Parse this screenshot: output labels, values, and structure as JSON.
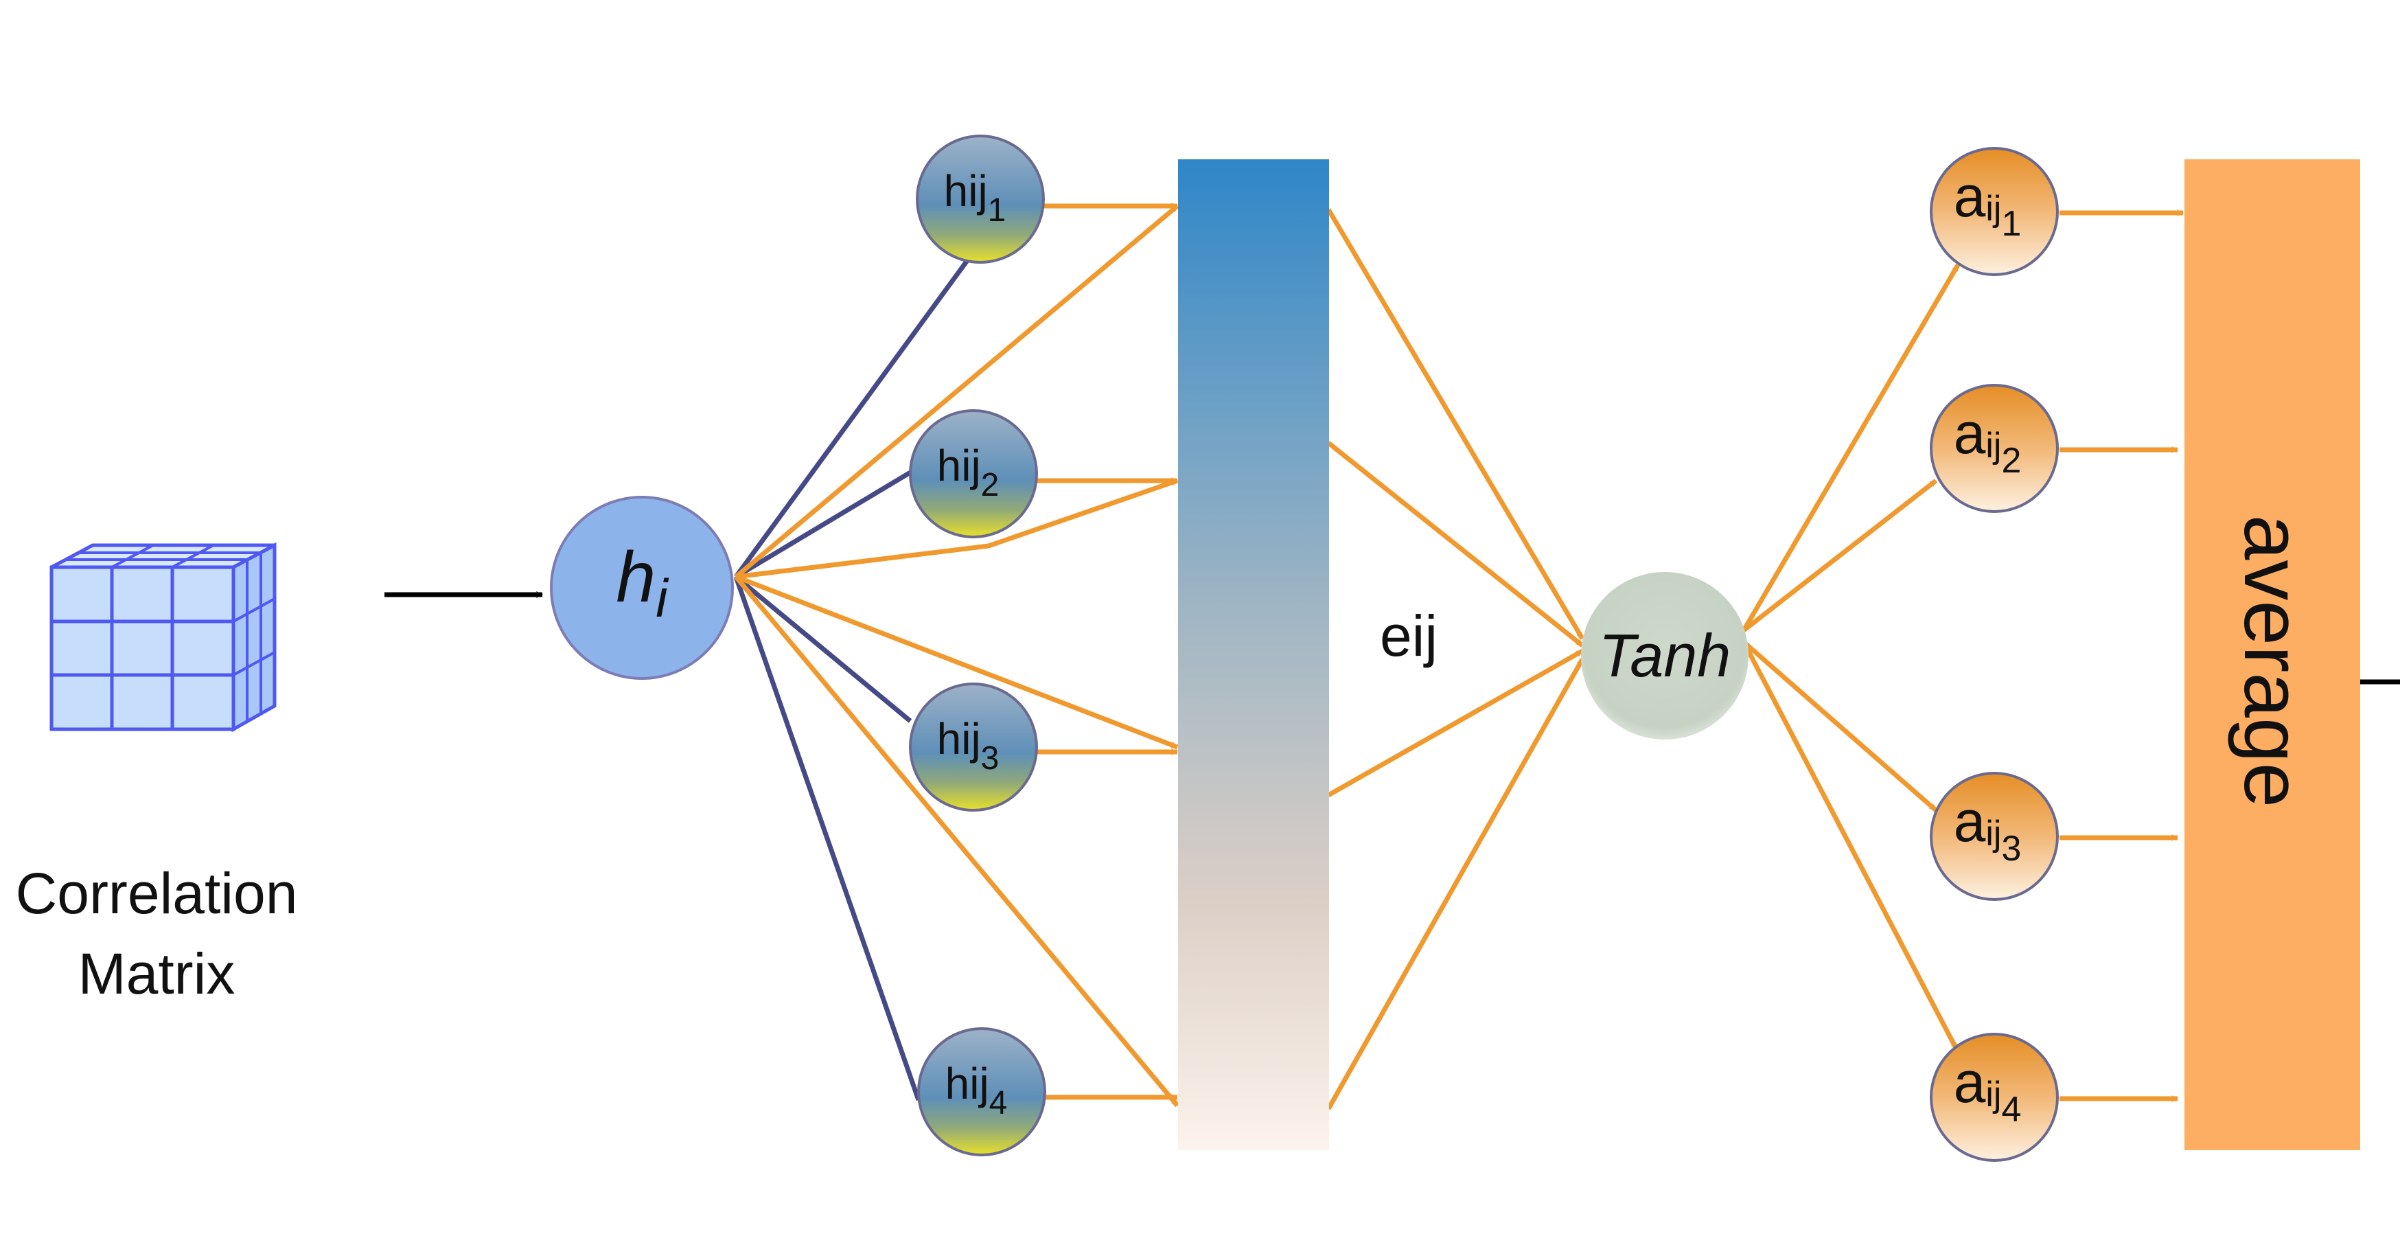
{
  "input": {
    "label_line1": "Correlation",
    "label_line2": "Matrix"
  },
  "hidden_node": {
    "base": "h",
    "sub": "i"
  },
  "neighbor_nodes": [
    {
      "base": "h",
      "sub": "ij",
      "subsub": "1"
    },
    {
      "base": "h",
      "sub": "ij",
      "subsub": "2"
    },
    {
      "base": "h",
      "sub": "ij",
      "subsub": "3"
    },
    {
      "base": "h",
      "sub": "ij",
      "subsub": "4"
    }
  ],
  "score_label": "eij",
  "activation": "Tanh",
  "attention_nodes": [
    {
      "base": "a",
      "sub": "ij",
      "subsub": "1"
    },
    {
      "base": "a",
      "sub": "ij",
      "subsub": "2"
    },
    {
      "base": "a",
      "sub": "ij",
      "subsub": "3"
    },
    {
      "base": "a",
      "sub": "ij",
      "subsub": "4"
    }
  ],
  "aggregate_label": "average",
  "colors": {
    "arrow_orange": "#F0992E",
    "edge_navy": "#454A86",
    "hidden_fill": "#8DB4EA",
    "neighbor_top": "#5E8FB8",
    "neighbor_bottom": "#E8E02A",
    "bar_top": "#2F86C8",
    "bar_bottom": "#FCF3EC",
    "tanh_fill": "#C9D5C7",
    "attention_top": "#E58E26",
    "attention_bottom": "#FDF0E0",
    "average_fill": "#FDAE62",
    "cube_fill": "#C6DEFB",
    "cube_edge": "#4F58F0"
  }
}
